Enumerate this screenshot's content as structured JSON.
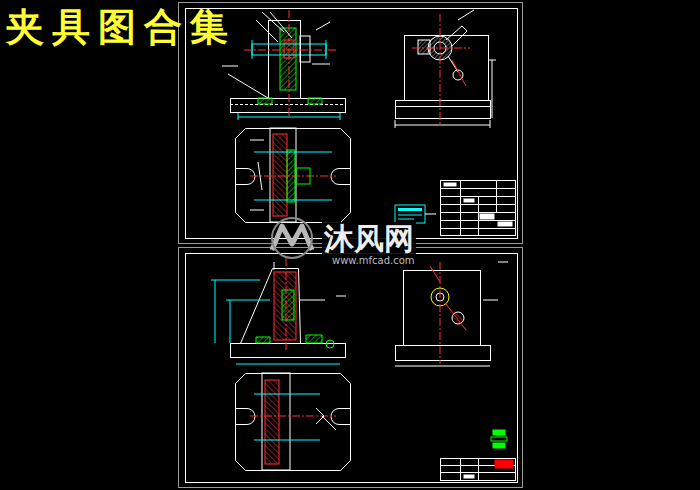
{
  "diagram": {
    "title": "夹具图合集",
    "labels": [
      "沐风网",
      "www.mfcad.com"
    ]
  }
}
